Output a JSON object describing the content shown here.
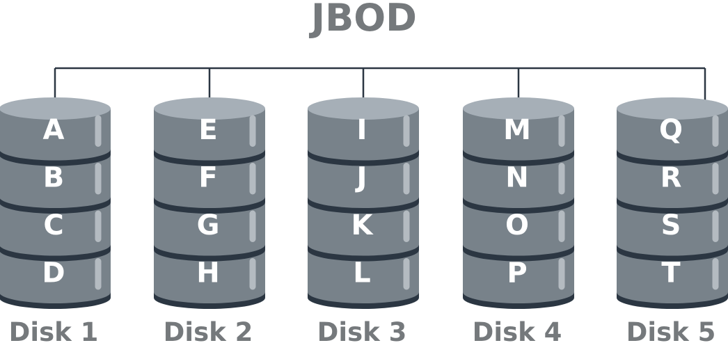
{
  "title": "JBOD",
  "disks": [
    {
      "label": "Disk 1",
      "blocks": [
        "A",
        "B",
        "C",
        "D"
      ]
    },
    {
      "label": "Disk 2",
      "blocks": [
        "E",
        "F",
        "G",
        "H"
      ]
    },
    {
      "label": "Disk 3",
      "blocks": [
        "I",
        "J",
        "K",
        "L"
      ]
    },
    {
      "label": "Disk 4",
      "blocks": [
        "M",
        "N",
        "O",
        "P"
      ]
    },
    {
      "label": "Disk 5",
      "blocks": [
        "Q",
        "R",
        "S",
        "T"
      ]
    }
  ],
  "colors": {
    "title": "#75797c",
    "label": "#75797c",
    "disk_body": "#78828a",
    "disk_top": "#a6afb7",
    "separator": "#2b3642",
    "highlight": "#b4bbc1",
    "connector": "#2b3642",
    "letter": "#ffffff"
  }
}
